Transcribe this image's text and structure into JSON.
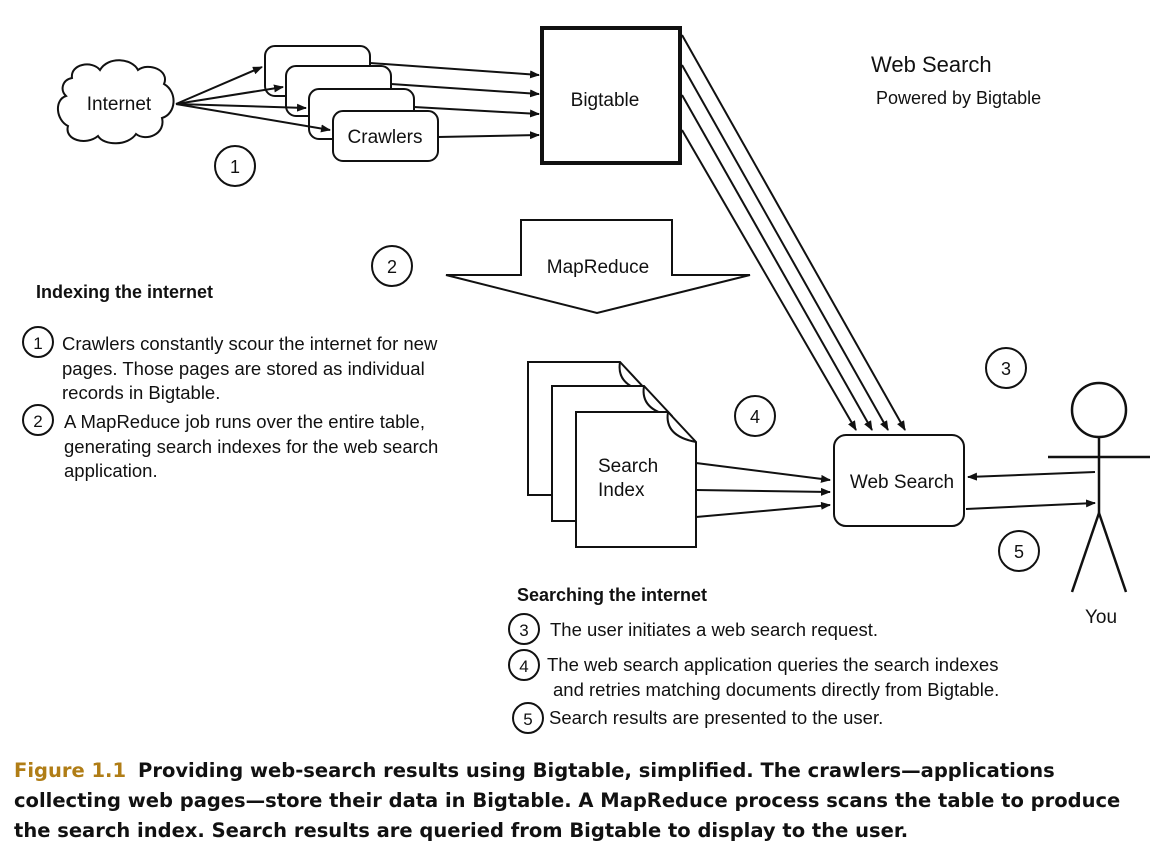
{
  "diagram": {
    "internet_label": "Internet",
    "crawlers_label": "Crawlers",
    "bigtable_label": "Bigtable",
    "mapreduce_label": "MapReduce",
    "search_index_line1": "Search",
    "search_index_line2": "Index",
    "web_search_box_label": "Web Search",
    "user_label": "You",
    "title": "Web Search",
    "subtitle": "Powered by Bigtable",
    "step_markers": {
      "s1": "1",
      "s2": "2",
      "s3": "3",
      "s4": "4",
      "s5": "5"
    }
  },
  "indexing": {
    "heading": "Indexing the internet",
    "items": [
      {
        "num": "1",
        "lines": [
          "Crawlers constantly scour the internet for new",
          "pages. Those pages are stored as individual",
          "records in Bigtable."
        ]
      },
      {
        "num": "2",
        "lines": [
          "A MapReduce job runs over the entire table,",
          "generating search indexes for the web search",
          "application."
        ]
      }
    ]
  },
  "searching": {
    "heading": "Searching the internet",
    "items": [
      {
        "num": "3",
        "lines": [
          "The user initiates a web search request."
        ]
      },
      {
        "num": "4",
        "lines": [
          "The web search application queries the search indexes",
          "and retries matching documents directly from Bigtable."
        ]
      },
      {
        "num": "5",
        "lines": [
          "Search results are presented to the user."
        ]
      }
    ]
  },
  "caption": {
    "label": "Figure 1.1",
    "text": "Providing web-search results using Bigtable, simplified. The crawlers—applications collecting web pages—store their data in Bigtable. A MapReduce process scans the table to produce the search index. Search results are queried from Bigtable to display to the user."
  }
}
